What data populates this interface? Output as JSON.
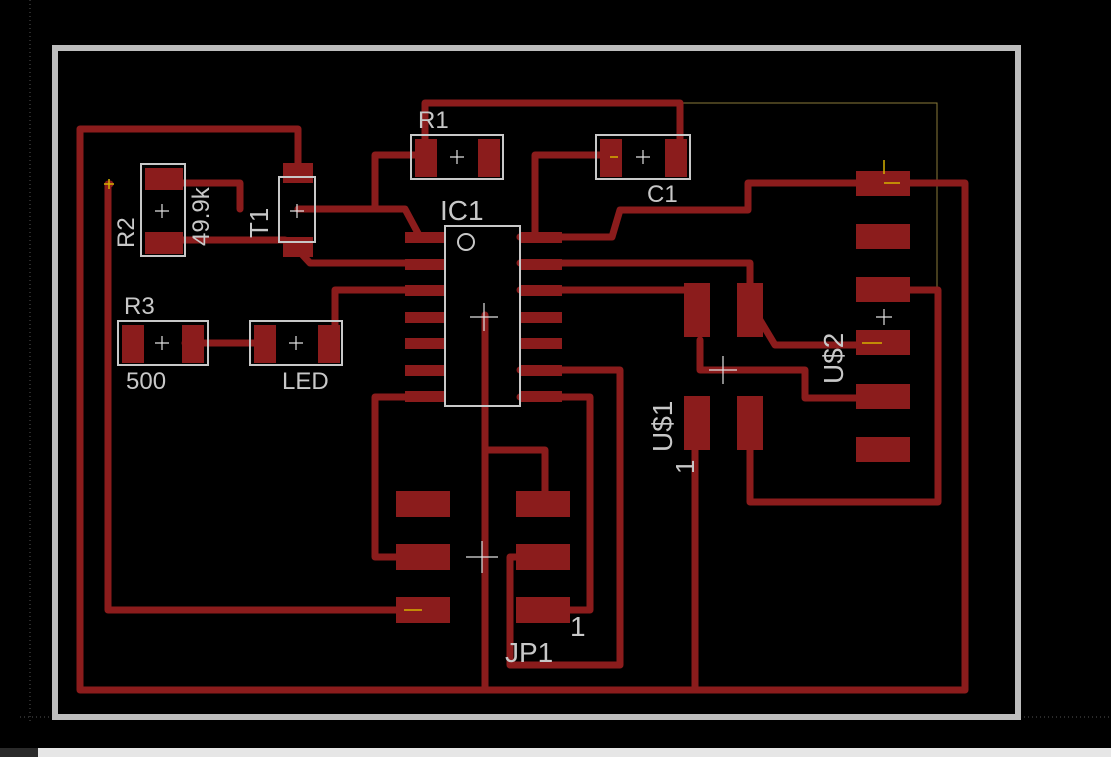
{
  "colors": {
    "background": "#000000",
    "copper_top": "#8b1c1c",
    "outline": "#bdbdbd",
    "silkscreen": "#c8c8c8",
    "origin_marker": "#d4b000"
  },
  "labels": {
    "r1": "R1",
    "c1": "C1",
    "ic1": "IC1",
    "r2": "R2",
    "r2_value": "49.9k",
    "t1": "T1",
    "r3": "R3",
    "r3_value": "500",
    "led": "LED",
    "us1": "U$1",
    "us1_pin": "1",
    "us2": "U$2",
    "jp1": "JP1",
    "jp1_pin": "1"
  }
}
